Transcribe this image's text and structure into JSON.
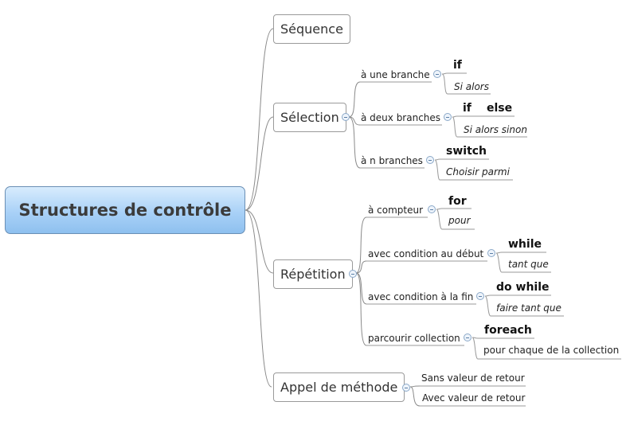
{
  "root": "Structures de contrôle",
  "topics": {
    "sequence": "Séquence",
    "selection": "Sélection",
    "repetition": "Répétition",
    "appel": "Appel de méthode"
  },
  "selection": [
    {
      "label": "à une branche",
      "keyword": "if",
      "keyword2": "",
      "fr": "Si alors"
    },
    {
      "label": "à deux branches",
      "keyword": "if",
      "keyword2": "else",
      "fr": "Si alors sinon"
    },
    {
      "label": "à n branches",
      "keyword": "switch",
      "keyword2": "",
      "fr": "Choisir parmi"
    }
  ],
  "repetition": [
    {
      "label": "à compteur",
      "keyword": "for",
      "fr": "pour"
    },
    {
      "label": "avec condition au début",
      "keyword": "while",
      "fr": "tant que"
    },
    {
      "label": "avec condition à la fin",
      "keyword": "do while",
      "fr": "faire tant que"
    },
    {
      "label": "parcourir collection",
      "keyword": "foreach",
      "fr": "pour chaque de la collection"
    }
  ],
  "appel": [
    {
      "label": "Sans valeur de retour"
    },
    {
      "label": "Avec valeur de retour"
    }
  ],
  "colors": {
    "root_top": "#d8ecfd",
    "root_bottom": "#8ec0ef",
    "line": "#8a8a8a",
    "underline": "#9a9a9a"
  }
}
